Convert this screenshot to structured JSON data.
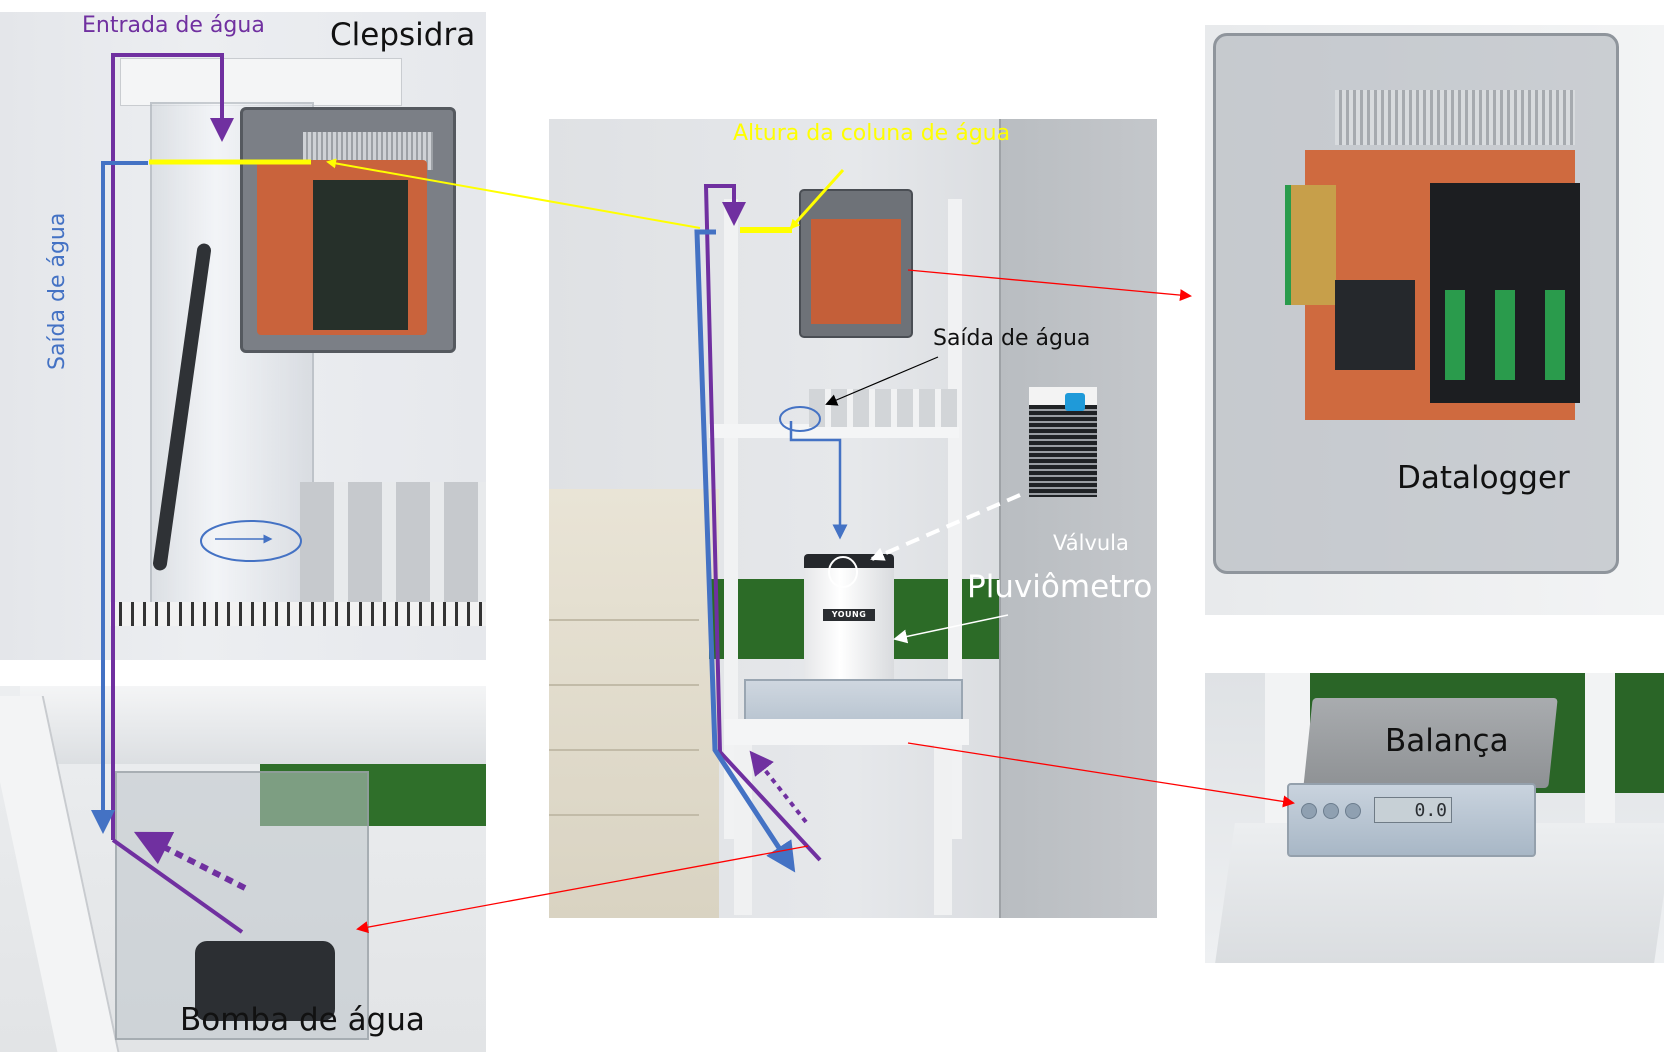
{
  "figure": {
    "labels": {
      "clepsidra": "Clepsidra",
      "entrada_de_agua": "Entrada de água",
      "saida_de_agua_vertical": "Saída de água",
      "altura_da_coluna_de_agua": "Altura da coluna de água",
      "saida_de_agua": "Saída de água",
      "valvula": "Válvula",
      "pluviometro": "Pluviômetro",
      "datalogger": "Datalogger",
      "balanca": "Balança",
      "bomba_de_agua": "Bomba de água"
    },
    "scale_display": "0.0",
    "gauge_brand": "YOUNG",
    "colors": {
      "water_inlet": "#7030a0",
      "water_outlet": "#4472c4",
      "water_column_height": "#ffff00",
      "link_arrows": "#ff0000",
      "valve_pointer": "#ffffff",
      "outlet_pointer": "#000000"
    }
  }
}
